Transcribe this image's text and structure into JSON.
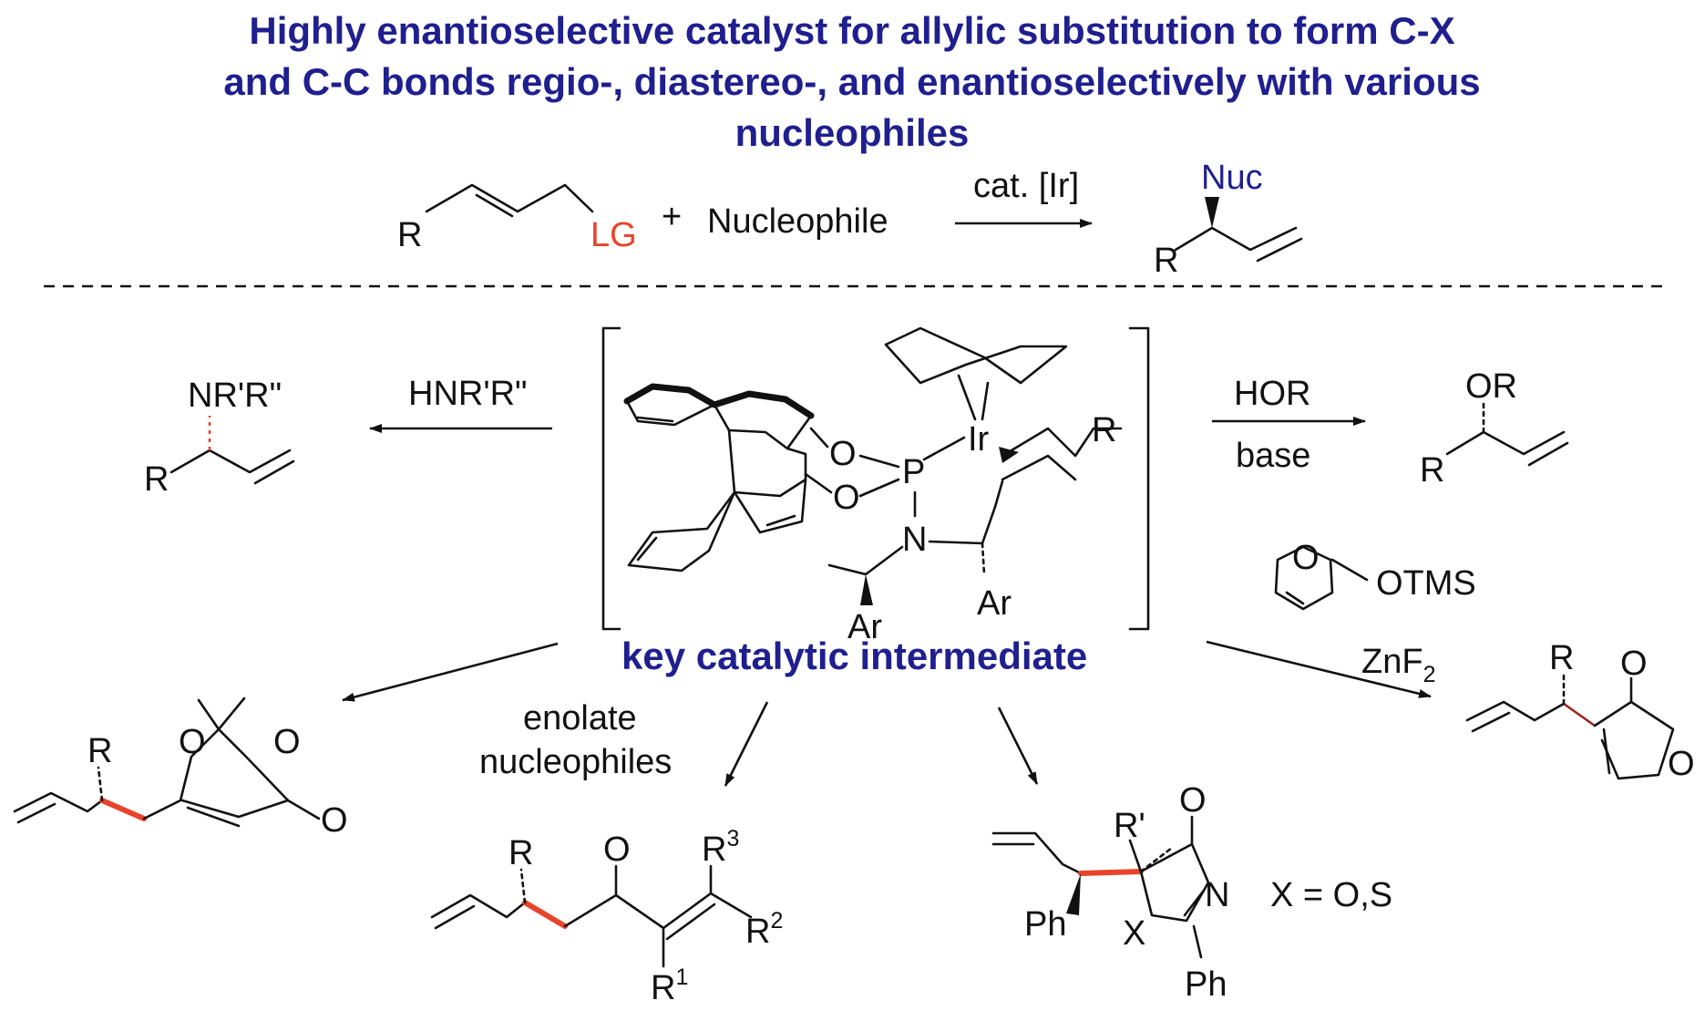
{
  "title": {
    "line1": "Highly enantioselective catalyst for allylic substitution to form C-X",
    "line2": "and C-C bonds regio-, diastereo-, and enantioselectively with various",
    "line3": "nucleophiles"
  },
  "general_reaction": {
    "r_label": "R",
    "leaving_group": "LG",
    "plus": "+",
    "nucleophile": "Nucleophile",
    "catalyst": "cat. [Ir]",
    "product_nuc": "Nuc",
    "product_r": "R"
  },
  "intermediate": {
    "caption": "key catalytic intermediate",
    "atoms": {
      "o_top": "O",
      "o_bottom": "O",
      "p": "P",
      "ir": "Ir",
      "n": "N",
      "allyl_r": "R",
      "ar_left": "Ar",
      "ar_right": "Ar"
    }
  },
  "amine_branch": {
    "reagent": "HNR'R\"",
    "product_group": "NR'R\"",
    "product_r": "R"
  },
  "alcohol_branch": {
    "reagent": "HOR",
    "condition": "base",
    "product_group": "OR",
    "product_r": "R"
  },
  "furanone_branch": {
    "reagent_label": "OTMS",
    "reagent_o": "O",
    "condition": "ZnF",
    "condition_sub": "2",
    "product_r": "R",
    "product_o_carbonyl": "O",
    "product_o_ring": "O"
  },
  "dioxinone_branch": {
    "product_r": "R",
    "ring_o_left": "O",
    "ring_o_right": "O",
    "carbonyl_o": "O"
  },
  "enolate_branch": {
    "label_line1": "enolate",
    "label_line2": "nucleophiles",
    "product_r": "R",
    "carbonyl_o": "O",
    "r1": "R",
    "r1_sup": "1",
    "r2": "R",
    "r2_sup": "2",
    "r3": "R",
    "r3_sup": "3"
  },
  "azlactone_branch": {
    "r_prime": "R'",
    "carbonyl_o": "O",
    "ring_n": "N",
    "ring_x": "X",
    "ph_left": "Ph",
    "ph_bottom": "Ph",
    "x_definition": "X = O,S"
  },
  "colors": {
    "title": "#1f1f8f",
    "leaving_group": "#e8442c",
    "new_bond": "#e8442c",
    "bond": "#111111"
  }
}
